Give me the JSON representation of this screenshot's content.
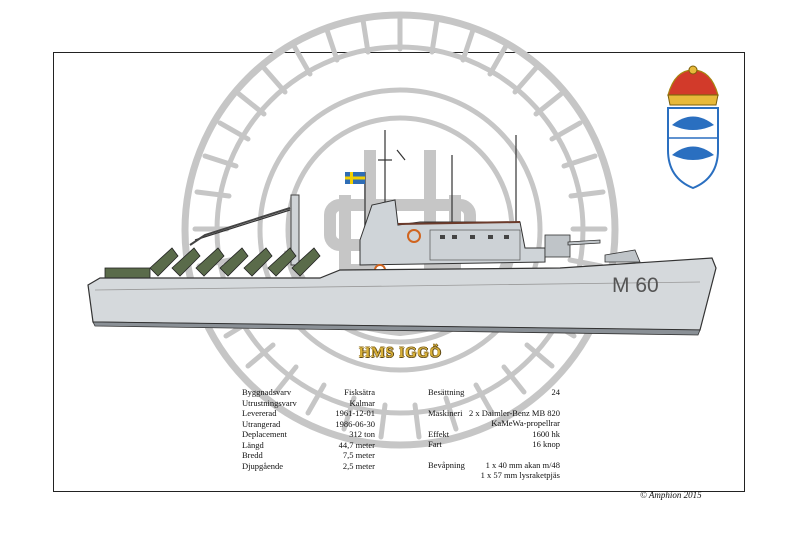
{
  "ship": {
    "name": "HMS IGGÖ",
    "hull_number": "M 60"
  },
  "specs_left": [
    {
      "label": "Byggnadsvarv",
      "value": "Fisksätra"
    },
    {
      "label": "Utrustningsvarv",
      "value": "Kalmar"
    },
    {
      "label": "Levererad",
      "value": "1961-12-01"
    },
    {
      "label": "Utrangerad",
      "value": "1986-06-30"
    },
    {
      "label": "Deplacement",
      "value": "312 ton"
    },
    {
      "label": "Längd",
      "value": "44,7 meter"
    },
    {
      "label": "Bredd",
      "value": "7,5 meter"
    },
    {
      "label": "Djupgående",
      "value": "2,5 meter"
    }
  ],
  "specs_right": [
    {
      "label": "Besättning",
      "value": "24"
    },
    {
      "label": "Maskineri",
      "value": "2 x Daimler-Benz MB 820"
    },
    {
      "label": "",
      "value": "KaMeWa-propellrar"
    },
    {
      "label": "Effekt",
      "value": "1600 hk"
    },
    {
      "label": "Fart",
      "value": "16 knop"
    },
    {
      "label": "Bevåpning",
      "value": "1 x 40 mm akan m/48"
    },
    {
      "label": "",
      "value": "1 x 57 mm lysraketpjäs"
    }
  ],
  "copyright": "© Amphion 2015",
  "colors": {
    "hull": "#d5d9dc",
    "waterline": "#8a9096",
    "watermark": "#c8c8c8",
    "title_gold": "#d9b13a",
    "coat_blue": "#2a6fc0",
    "flag_blue": "#2f6db5",
    "flag_yellow": "#f4d000"
  },
  "icons": {
    "watermark": "anchor-wreath-emblem",
    "coat_of_arms": "crowned-shield-with-fish",
    "flag": "swedish-flag-icon"
  }
}
